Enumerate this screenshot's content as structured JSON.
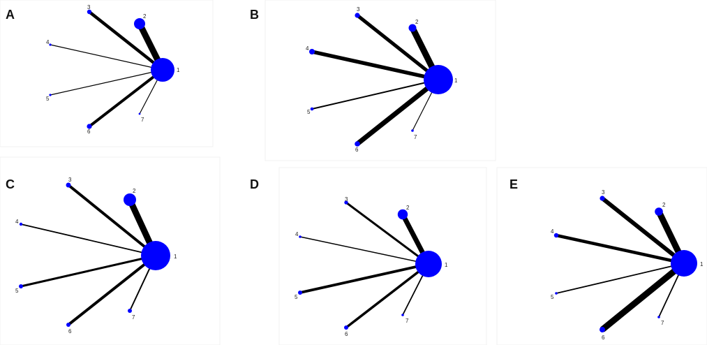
{
  "figure": {
    "colors": {
      "node": "#0000ff",
      "edge": "#000000",
      "label": "#222222",
      "panel_letter": "#111111"
    },
    "panels": [
      {
        "letter": "A",
        "nodes": [
          "1",
          "2",
          "3",
          "4",
          "5",
          "6",
          "7"
        ],
        "edges": [
          {
            "from": "1",
            "to": "2"
          },
          {
            "from": "1",
            "to": "3"
          },
          {
            "from": "1",
            "to": "4"
          },
          {
            "from": "1",
            "to": "5"
          },
          {
            "from": "1",
            "to": "6"
          },
          {
            "from": "1",
            "to": "7"
          }
        ]
      },
      {
        "letter": "B",
        "nodes": [
          "1",
          "2",
          "3",
          "4",
          "5",
          "6",
          "7"
        ],
        "edges": [
          {
            "from": "1",
            "to": "2"
          },
          {
            "from": "1",
            "to": "3"
          },
          {
            "from": "1",
            "to": "4"
          },
          {
            "from": "1",
            "to": "5"
          },
          {
            "from": "1",
            "to": "6"
          },
          {
            "from": "1",
            "to": "7"
          }
        ]
      },
      {
        "letter": "C",
        "nodes": [
          "1",
          "2",
          "3",
          "4",
          "5",
          "6",
          "7"
        ],
        "edges": [
          {
            "from": "1",
            "to": "2"
          },
          {
            "from": "1",
            "to": "3"
          },
          {
            "from": "1",
            "to": "4"
          },
          {
            "from": "1",
            "to": "5"
          },
          {
            "from": "1",
            "to": "6"
          },
          {
            "from": "1",
            "to": "7"
          }
        ]
      },
      {
        "letter": "D",
        "nodes": [
          "1",
          "2",
          "3",
          "4",
          "5",
          "6",
          "7"
        ],
        "edges": [
          {
            "from": "1",
            "to": "2"
          },
          {
            "from": "1",
            "to": "3"
          },
          {
            "from": "1",
            "to": "4"
          },
          {
            "from": "1",
            "to": "5"
          },
          {
            "from": "1",
            "to": "6"
          },
          {
            "from": "1",
            "to": "7"
          }
        ]
      },
      {
        "letter": "E",
        "nodes": [
          "1",
          "2",
          "3",
          "4",
          "5",
          "6",
          "7"
        ],
        "edges": [
          {
            "from": "1",
            "to": "2"
          },
          {
            "from": "1",
            "to": "3"
          },
          {
            "from": "1",
            "to": "4"
          },
          {
            "from": "1",
            "to": "5"
          },
          {
            "from": "1",
            "to": "6"
          },
          {
            "from": "1",
            "to": "7"
          }
        ]
      }
    ]
  }
}
